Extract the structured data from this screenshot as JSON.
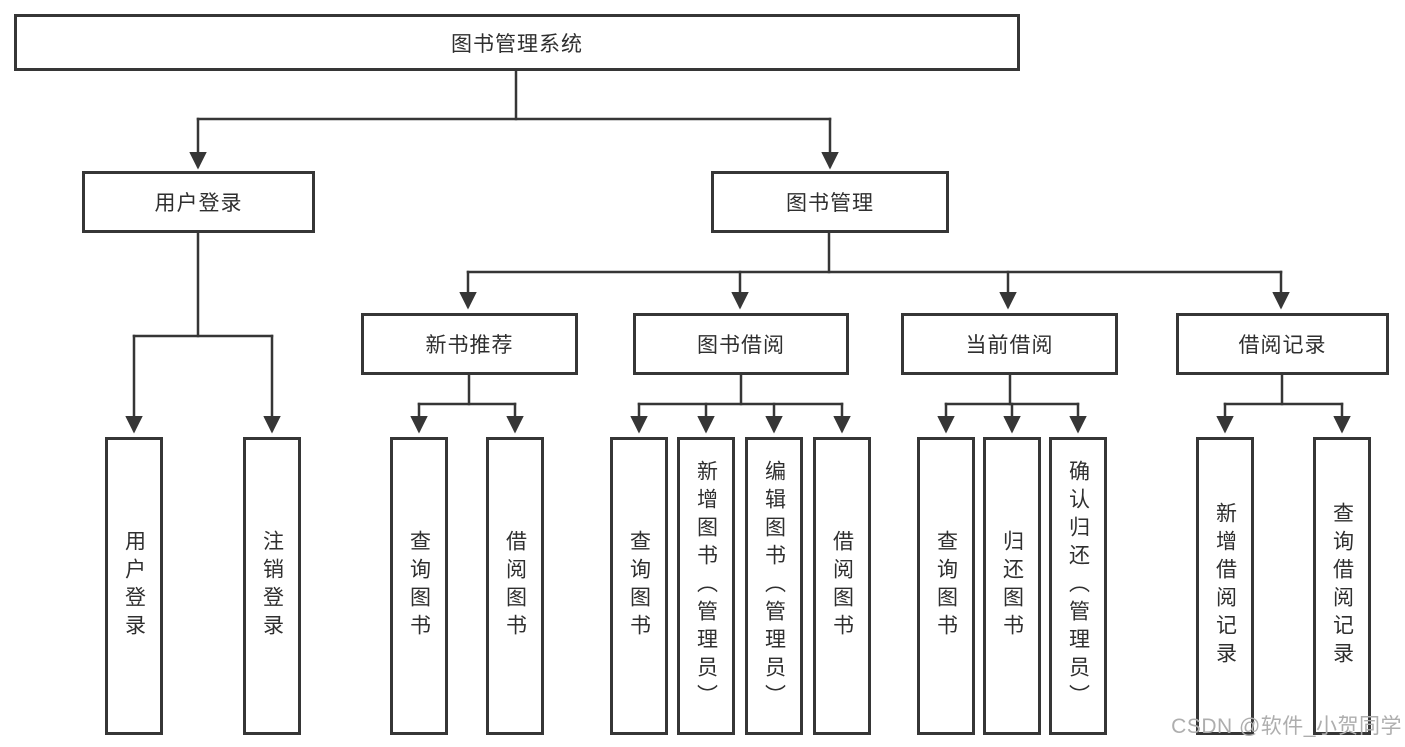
{
  "diagram": {
    "root": {
      "label": "图书管理系统"
    },
    "branches": [
      {
        "label": "用户登录",
        "children": [
          {
            "label": "用户登录"
          },
          {
            "label": "注销登录"
          }
        ]
      },
      {
        "label": "图书管理",
        "children": [
          {
            "label": "新书推荐",
            "children": [
              {
                "label": "查询图书"
              },
              {
                "label": "借阅图书"
              }
            ]
          },
          {
            "label": "图书借阅",
            "children": [
              {
                "label": "查询图书"
              },
              {
                "label": "新增图书（管理员）"
              },
              {
                "label": "编辑图书（管理员）"
              },
              {
                "label": "借阅图书"
              }
            ]
          },
          {
            "label": "当前借阅",
            "children": [
              {
                "label": "查询图书"
              },
              {
                "label": "归还图书"
              },
              {
                "label": "确认归还（管理员）"
              }
            ]
          },
          {
            "label": "借阅记录",
            "children": [
              {
                "label": "新增借阅记录"
              },
              {
                "label": "查询借阅记录"
              }
            ]
          }
        ]
      }
    ],
    "watermark": "CSDN @软件_小贺同学",
    "colors": {
      "line": "#363636",
      "text": "#2f2f2f",
      "watermark": "#aeaeae",
      "background": "#ffffff"
    }
  }
}
